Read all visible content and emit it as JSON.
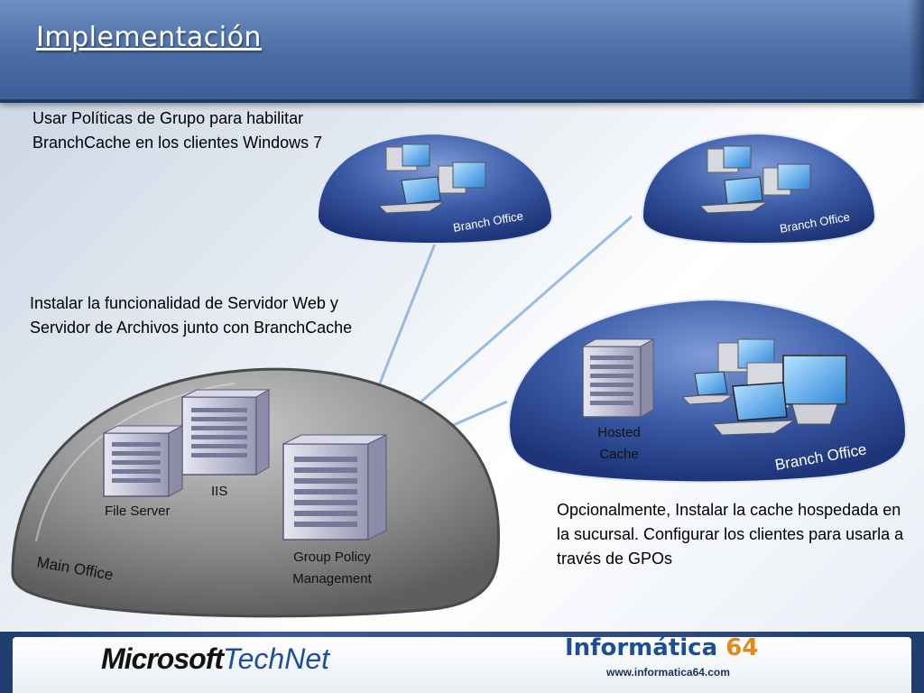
{
  "slide": {
    "title": "Implementación",
    "text_blocks": [
      "Usar Políticas de Grupo para habilitar BranchCache en los clientes Windows 7",
      "Instalar la funcionalidad de Servidor Web y Servidor de Archivos junto con BranchCache",
      "Opcionalmente, Instalar la cache hospedada en la sucursal. Configurar los clientes para usarla a través de GPOs"
    ]
  },
  "diagram": {
    "main_office": {
      "label": "Main Office",
      "servers": [
        "File Server",
        "IIS"
      ],
      "gpm_label": [
        "Group Policy",
        "Management"
      ]
    },
    "branch_top_left": {
      "label": "Branch Office"
    },
    "branch_top_right": {
      "label": "Branch Office"
    },
    "branch_large": {
      "label": "Branch Office",
      "hosted_cache": [
        "Hosted",
        "Cache"
      ]
    }
  },
  "footer": {
    "microsoft": "Microsoft",
    "technet": "TechNet",
    "informatica": "Informática",
    "informatica_num": "64",
    "url": "www.informatica64.com"
  },
  "colors": {
    "header": "#4a6da6",
    "dome_blue": "#3f5fa8",
    "dome_grey": "#9c9c9c",
    "link_line": "#8fb5dc",
    "accent_orange": "#e08a1e"
  }
}
